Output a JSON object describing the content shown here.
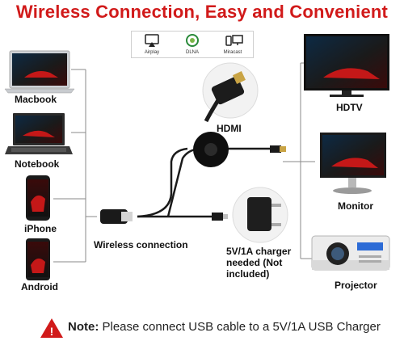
{
  "title": "Wireless Connection, Easy and Convenient",
  "protocols": [
    {
      "label": "Airplay",
      "icon": "airplay-icon"
    },
    {
      "label": "DLNA",
      "icon": "dlna-icon"
    },
    {
      "label": "Miracast",
      "icon": "miracast-icon"
    }
  ],
  "sources": {
    "macbook": "Macbook",
    "notebook": "Notebook",
    "iphone": "iPhone",
    "android": "Android"
  },
  "outputs": {
    "hdtv": "HDTV",
    "monitor": "Monitor",
    "projector": "Projector"
  },
  "hdmi_label": "HDMI",
  "wireless_label": "Wireless connection",
  "charger_label": "5V/1A charger needed (Not included)",
  "note": {
    "prefix": "Note:",
    "text": "Please connect USB cable to a 5V/1A USB Charger"
  },
  "colors": {
    "title": "#d11a1a",
    "warning": "#d11a1a",
    "line": "#8a8a8a"
  }
}
